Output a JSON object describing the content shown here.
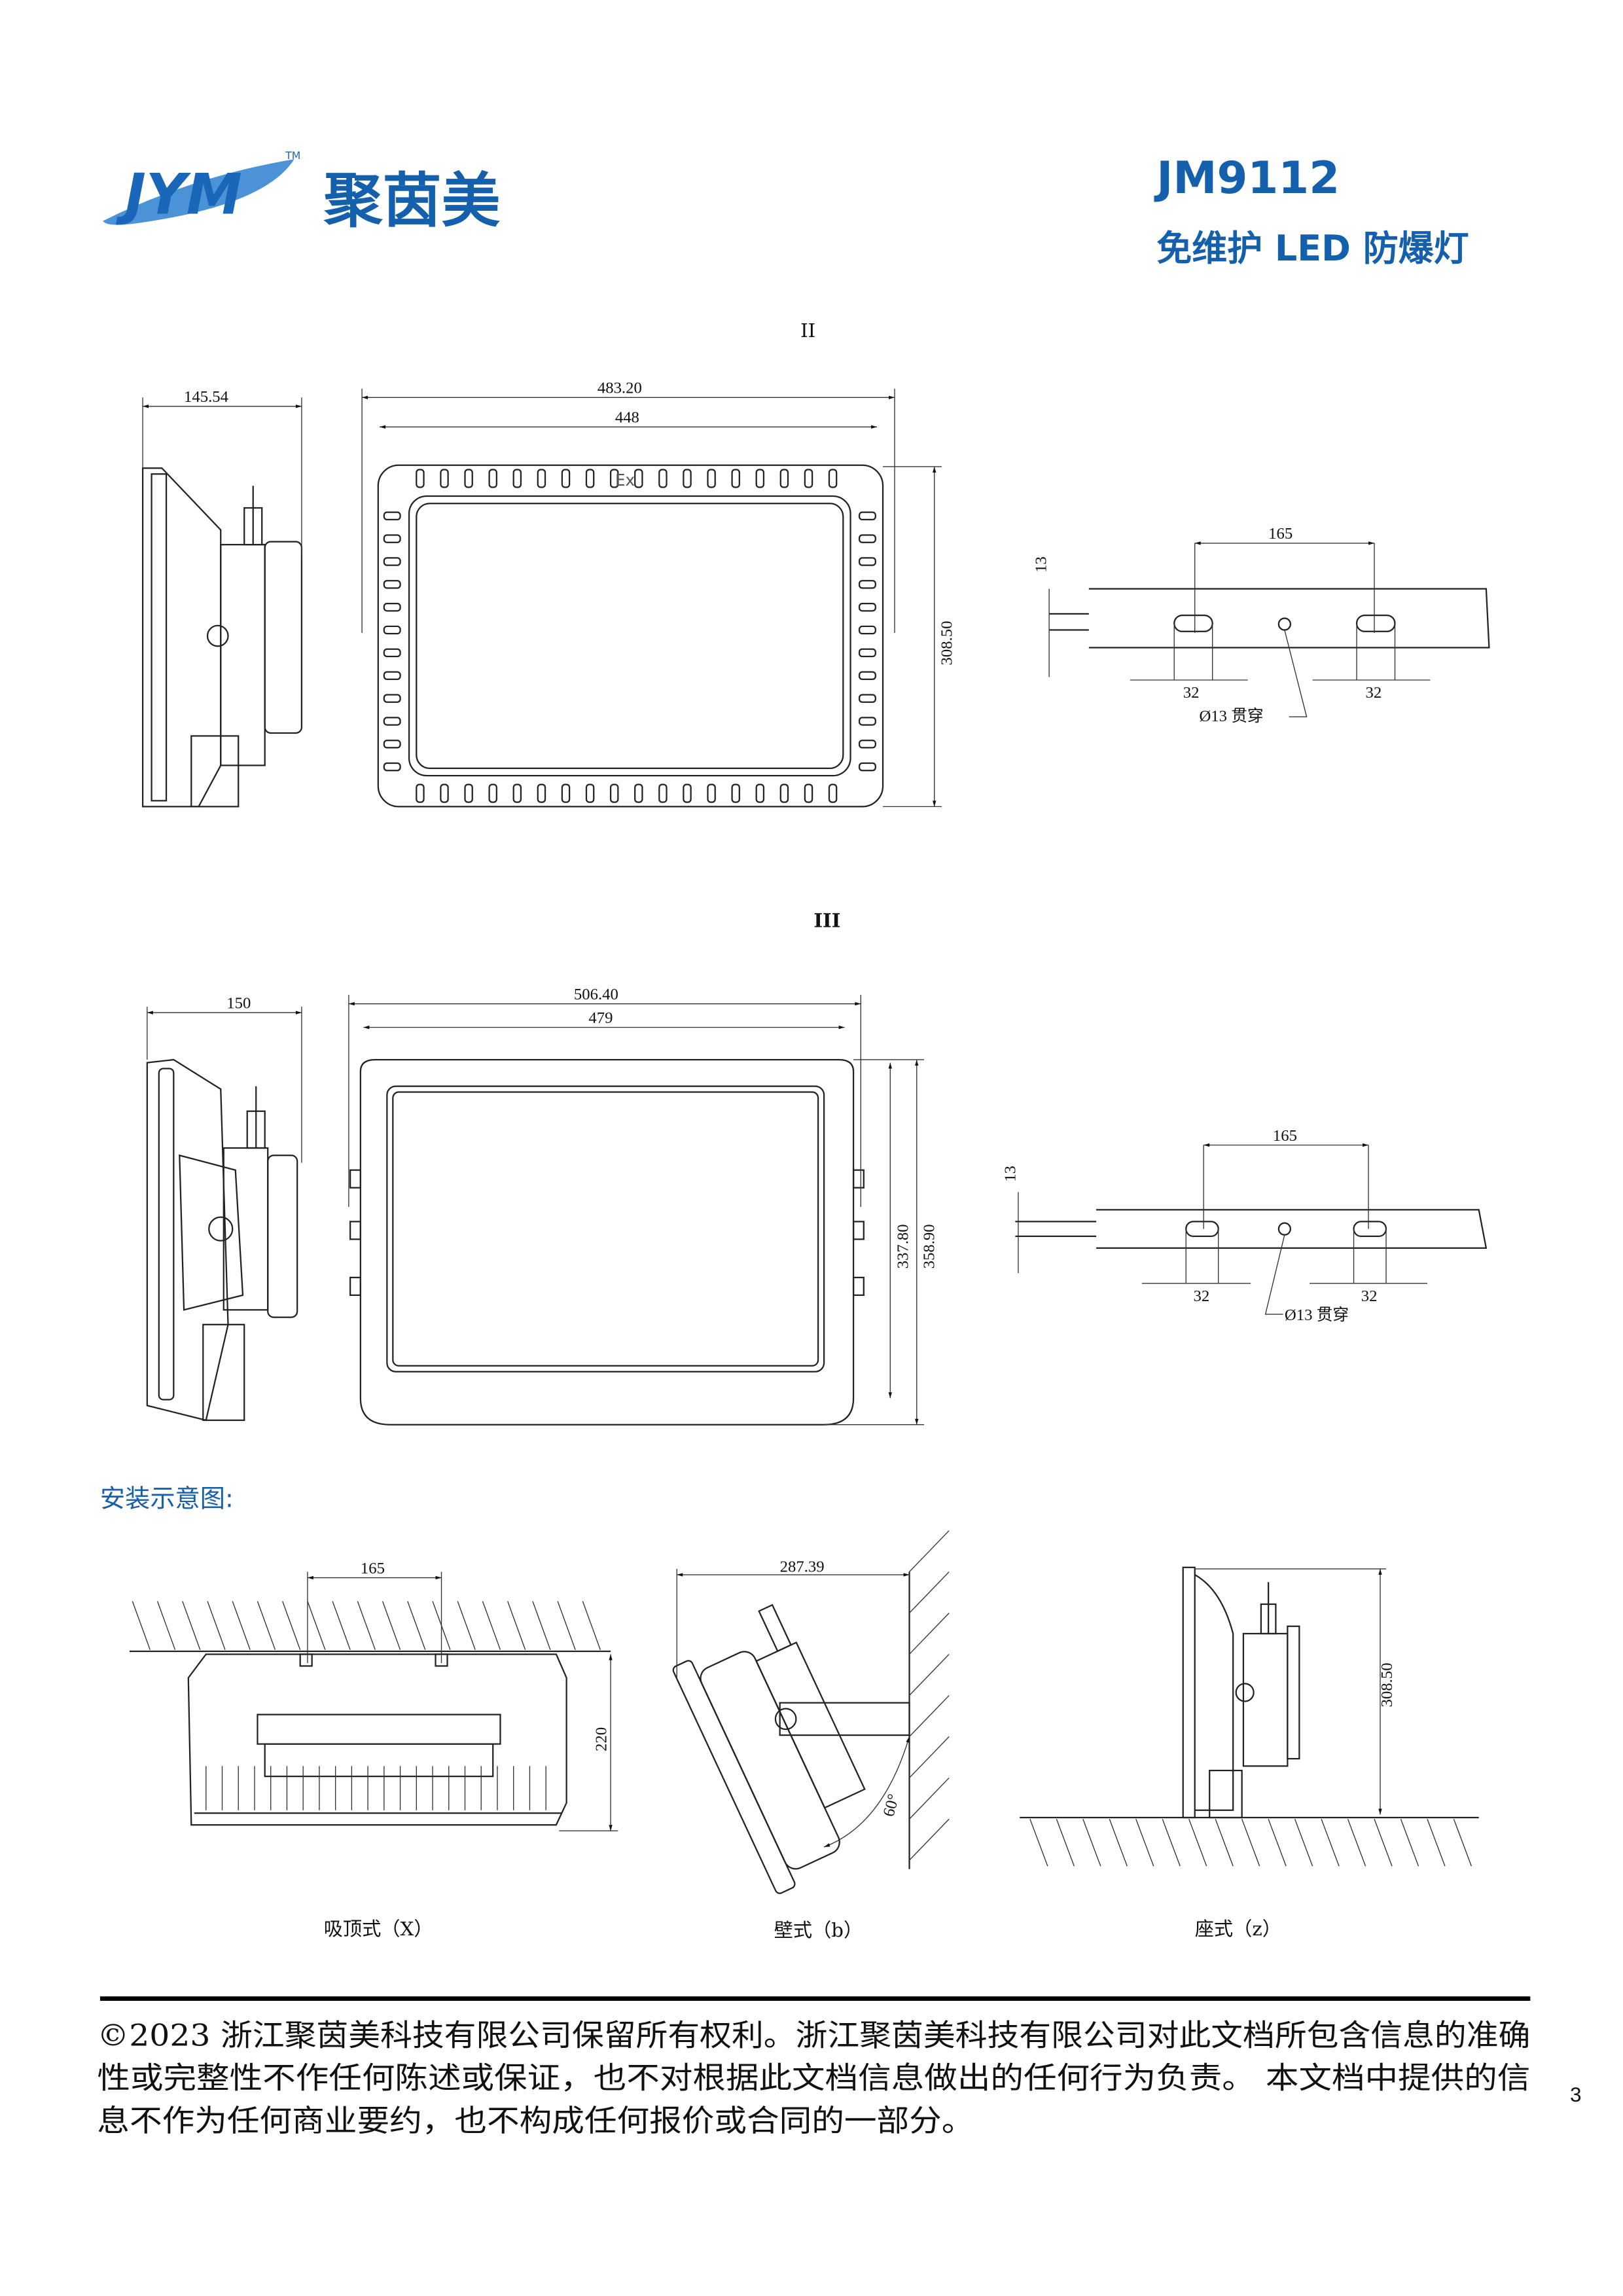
{
  "header": {
    "brand_logo": "JYM",
    "brand_tm": "TM",
    "brand_name": "聚茵美",
    "model": "JM9112",
    "product_name": "免维护 LED 防爆灯"
  },
  "colors": {
    "brand_blue": "#1560ad"
  },
  "section2": {
    "title": "II",
    "side_width": "145.54",
    "overall_width": "483.20",
    "inner_width": "448",
    "height": "308.50",
    "ex_mark": "Ex",
    "mount": {
      "spacing": "165",
      "thickness": "13",
      "slot_left": "32",
      "slot_right": "32",
      "hole": "Ø13 贯穿"
    }
  },
  "section3": {
    "title": "III",
    "side_width": "150",
    "overall_width": "506.40",
    "inner_width": "479",
    "height_inner": "337.80",
    "height_overall": "358.90",
    "mount": {
      "spacing": "165",
      "thickness": "13",
      "slot_left": "32",
      "slot_right": "32",
      "hole": "Ø13 贯穿"
    }
  },
  "install": {
    "title": "安装示意图:",
    "ceiling": {
      "spacing": "165",
      "height": "220",
      "caption": "吸顶式（X）"
    },
    "wall": {
      "width": "287.39",
      "angle": "60°",
      "caption": "壁式（b）"
    },
    "floor": {
      "height": "308.50",
      "caption": "座式（z）"
    }
  },
  "footer": {
    "lines": [
      "©2023 浙江聚茵美科技有限公司保留所有权利。浙江聚茵美科技有限公司对此文档所包含信息的准确",
      "性或完整性不作任何陈述或保证，也不对根据此文档信息做出的任何行为负责。 本文档中提供的信",
      "息不作为任何商业要约，也不构成任何报价或合同的一部分。"
    ],
    "page_number": "3"
  }
}
